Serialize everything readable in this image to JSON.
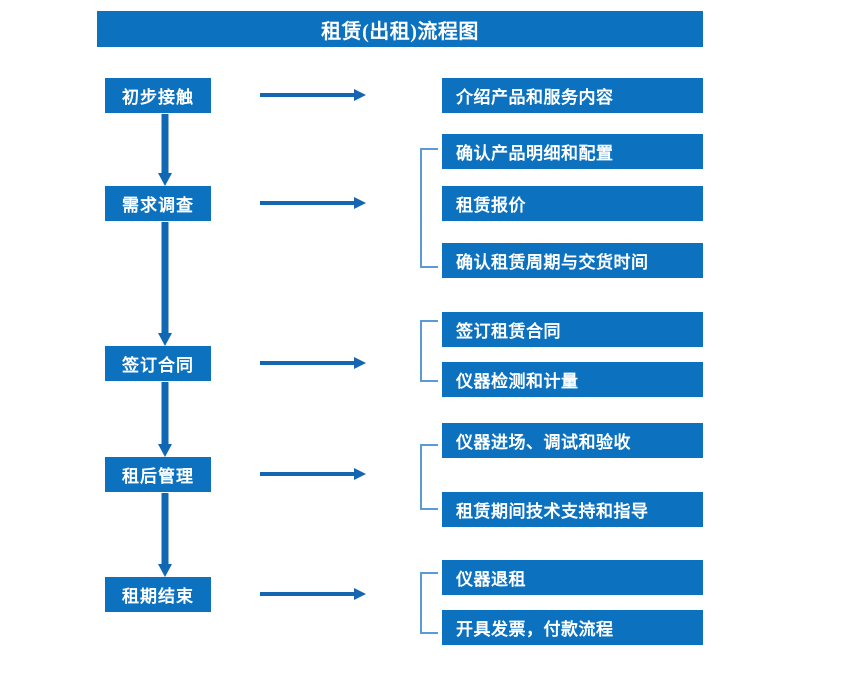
{
  "diagram": {
    "title": "租赁(出租)流程图",
    "colors": {
      "box_fill": "#0c72bf",
      "box_text": "#ffffff",
      "arrow": "#1565b0",
      "bracket": "#5b9bd5",
      "background": "#ffffff"
    },
    "stages": [
      {
        "label": "初步接触"
      },
      {
        "label": "需求调查"
      },
      {
        "label": "签订合同"
      },
      {
        "label": "租后管理"
      },
      {
        "label": "租期结束"
      }
    ],
    "details": [
      {
        "label": "介绍产品和服务内容"
      },
      {
        "label": "确认产品明细和配置"
      },
      {
        "label": "租赁报价"
      },
      {
        "label": "确认租赁周期与交货时间"
      },
      {
        "label": "签订租赁合同"
      },
      {
        "label": "仪器检测和计量"
      },
      {
        "label": "仪器进场、调试和验收"
      },
      {
        "label": "租赁期间技术支持和指导"
      },
      {
        "label": "仪器退租"
      },
      {
        "label": "开具发票，付款流程"
      }
    ],
    "connectors": {
      "stage_to_detail_arrows": 5,
      "stage_to_stage_arrows": 4,
      "group_brackets": 4
    }
  }
}
